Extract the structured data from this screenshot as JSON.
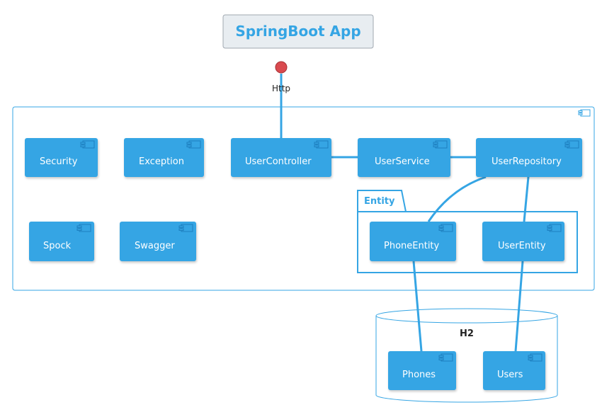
{
  "title": "SpringBoot App",
  "interface": {
    "label": "Http"
  },
  "app_components": {
    "security": "Security",
    "exception": "Exception",
    "user_controller": "UserController",
    "user_service": "UserService",
    "user_repository": "UserRepository",
    "spock": "Spock",
    "swagger": "Swagger"
  },
  "entity_package": {
    "label": "Entity",
    "phone_entity": "PhoneEntity",
    "user_entity": "UserEntity"
  },
  "database": {
    "label": "H2",
    "phones": "Phones",
    "users": "Users"
  },
  "colors": {
    "accent": "#35a5e4",
    "interface_fill": "#d94a4f",
    "title_box_fill": "#e8edf1",
    "title_box_stroke": "#a0a8b0"
  }
}
